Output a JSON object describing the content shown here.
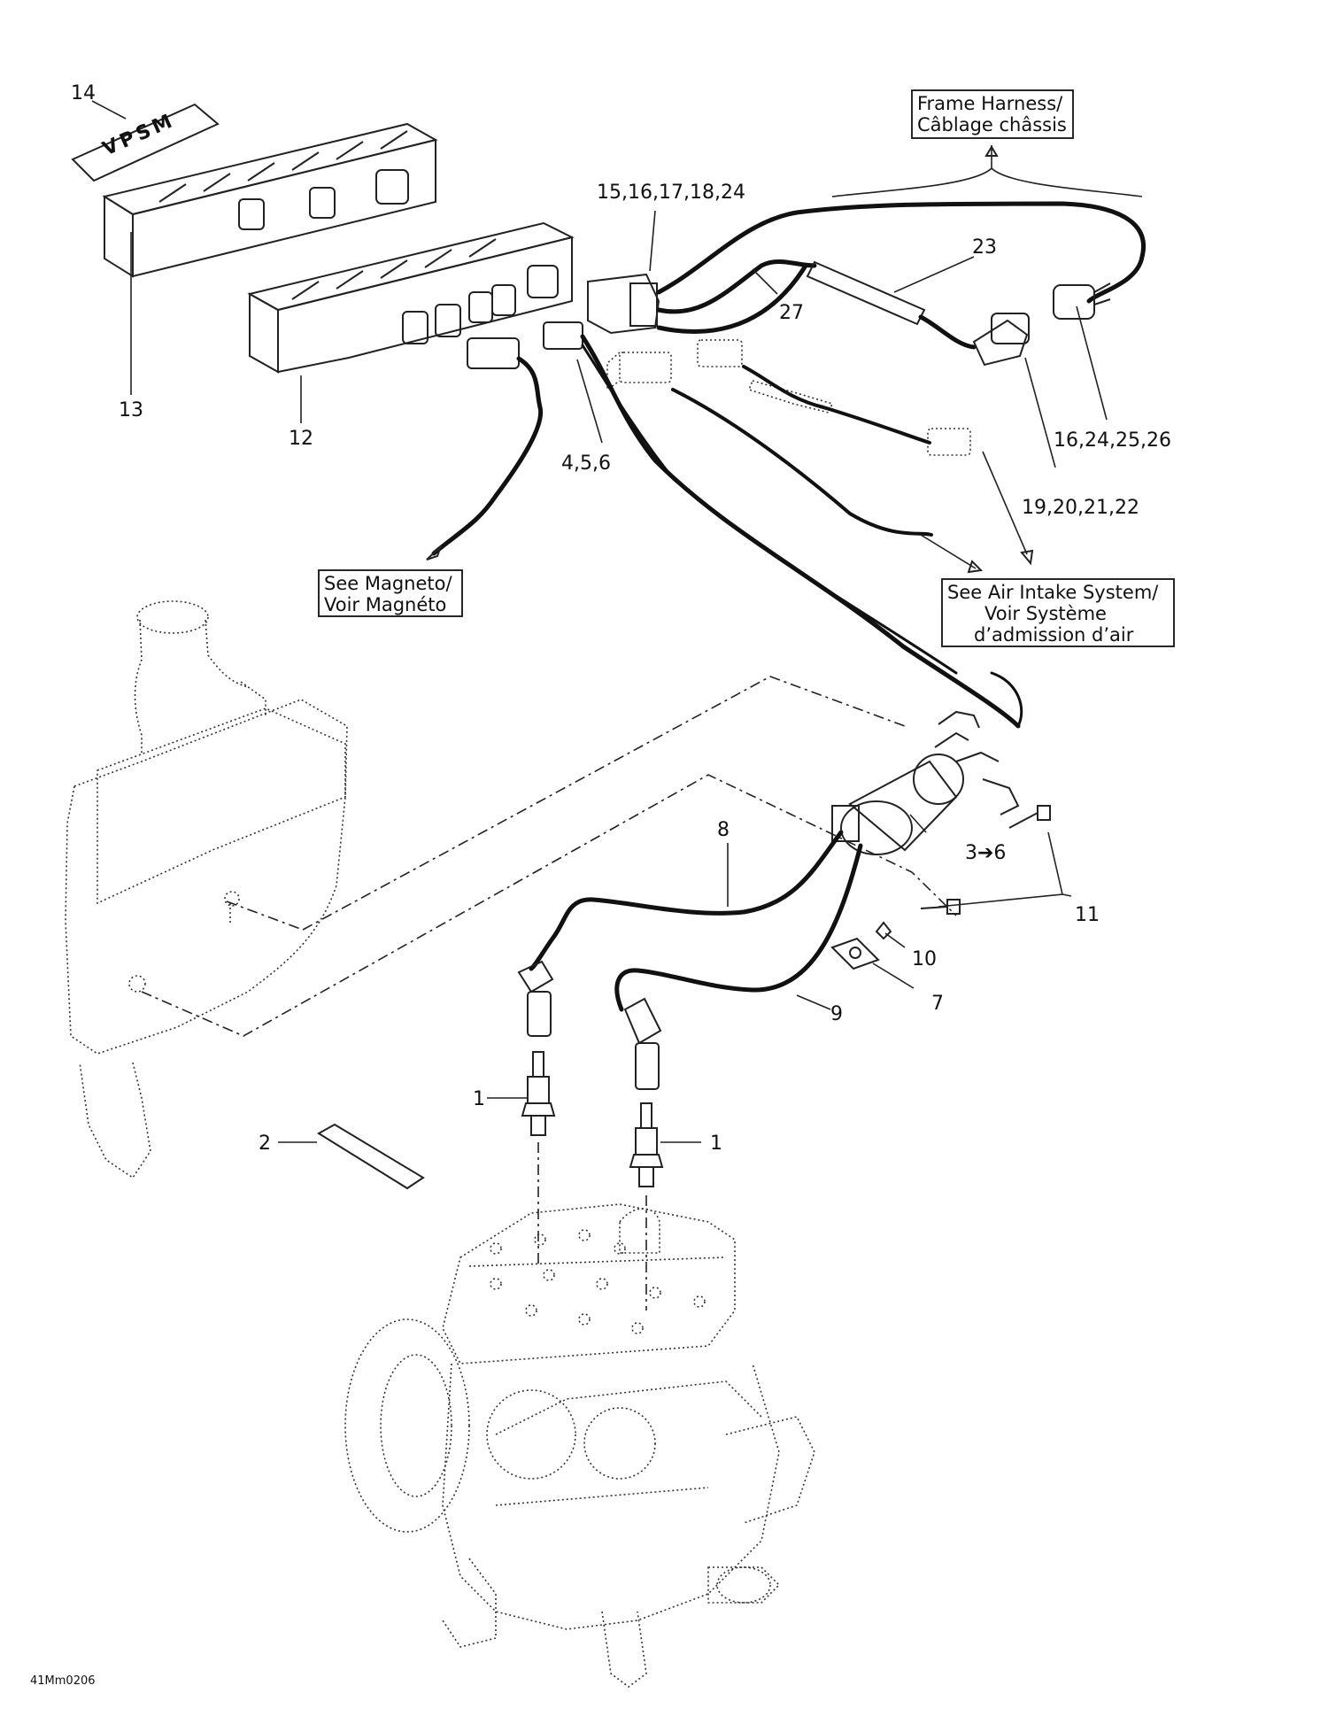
{
  "callouts": {
    "c14": "14",
    "c13": "13",
    "c12": "12",
    "c15": "15,16,17,18,24",
    "c23": "23",
    "c27": "27",
    "c456": "4,5,6",
    "c16": "16,24,25,26",
    "c19": "19,20,21,22",
    "c8": "8",
    "c36": "3➔6",
    "c11": "11",
    "c10": "10",
    "c7": "7",
    "c9": "9",
    "c1a": "1",
    "c1b": "1",
    "c2": "2"
  },
  "references": {
    "frame_line1": "Frame Harness/",
    "frame_line2": "Câblage châssis",
    "magneto_line1": "See Magneto/",
    "magneto_line2": "Voir Magnéto",
    "air_line1": "See Air Intake System/",
    "air_line2": "Voir Système",
    "air_line3": "d’admission d’air"
  },
  "decal_text": "VPSM",
  "figure_code": "41Mm0206"
}
